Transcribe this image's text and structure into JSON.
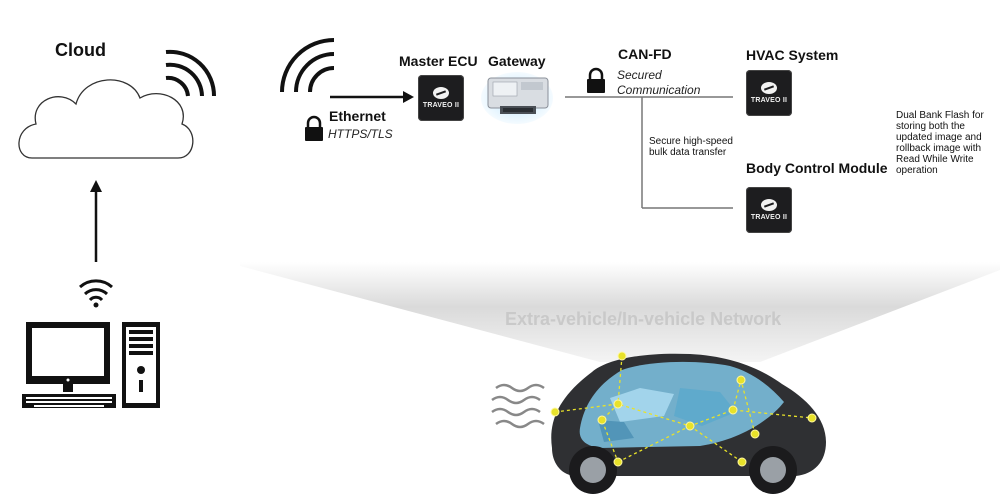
{
  "cloud": {
    "label": "Cloud"
  },
  "ethernet": {
    "label": "Ethernet",
    "protocol": "HTTPS/TLS"
  },
  "master_ecu": {
    "label": "Master ECU",
    "chip_text": "TRAVEO II"
  },
  "gateway": {
    "label": "Gateway"
  },
  "can_fd": {
    "label": "CAN-FD",
    "note": "Secured Communication"
  },
  "hvac": {
    "label": "HVAC System",
    "chip_text": "TRAVEO II"
  },
  "bcm": {
    "label": "Body Control Module",
    "chip_text": "TRAVEO II"
  },
  "bulk_note": "Secure high-speed bulk data transfer",
  "flash_note": "Dual Bank Flash for storing both the updated image and rollback image with Read While Write operation",
  "network": {
    "label": "Extra-vehicle/In-vehicle Network"
  },
  "colors": {
    "node_yellow": "#e8e22a",
    "car_body": "#2f3033",
    "glass_blue": "#7fc6e6"
  }
}
